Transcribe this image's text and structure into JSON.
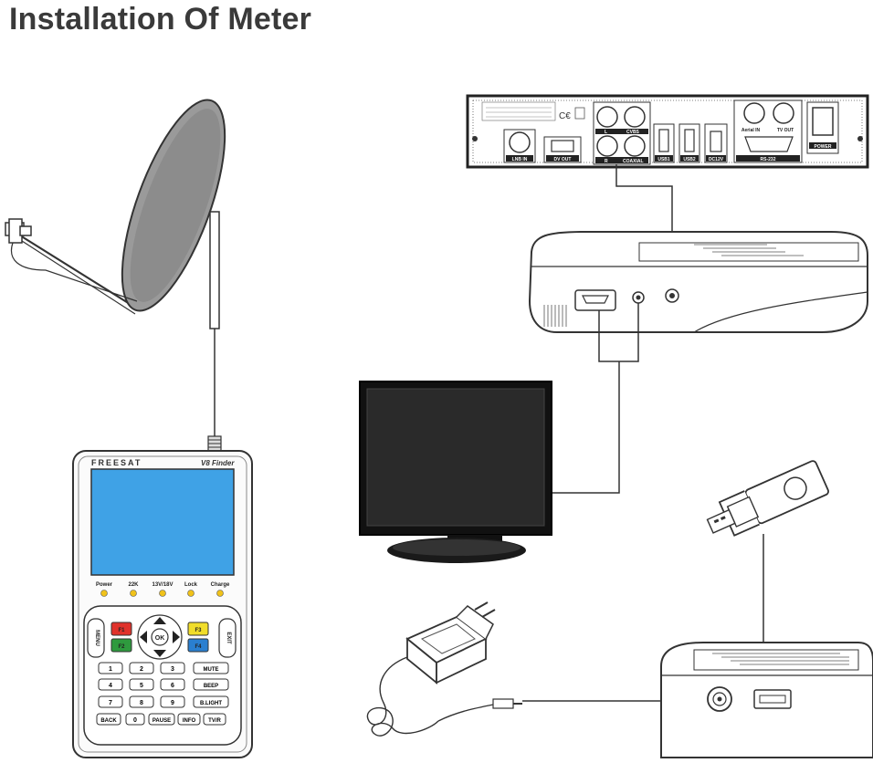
{
  "title": "Installation Of Meter",
  "meter": {
    "brand": "FREESAT",
    "model": "V8 Finder",
    "leds": [
      "Power",
      "22K",
      "13V/18V",
      "Lock",
      "Charge"
    ],
    "keys": {
      "f1": "F1",
      "f2": "F2",
      "f3": "F3",
      "f4": "F4",
      "ok": "OK",
      "menu": "MENU",
      "exit": "EXIT",
      "rows": [
        [
          "1",
          "2",
          "3",
          "MUTE"
        ],
        [
          "4",
          "5",
          "6",
          "BEEP"
        ],
        [
          "7",
          "8",
          "9",
          "B.LIGHT"
        ],
        [
          "BACK",
          "0",
          "PAUSE",
          "INFO",
          "TV/R"
        ]
      ]
    }
  },
  "receiver": {
    "ports": {
      "lnb_in": "LNB IN",
      "dv_out": "DV OUT",
      "cvbs": "CVBS",
      "l": "L",
      "r": "R",
      "coaxial": "COAXIAL",
      "usb1": "USB1",
      "usb2": "USB2",
      "dc12v": "DC12V",
      "aerial_in": "Aerial IN",
      "tv_out": "TV OUT",
      "rs232": "RS-232",
      "power": "POWER"
    }
  },
  "colors": {
    "screen": "#3fa2e6",
    "f1": "#e0322b",
    "f2": "#2e9a3e",
    "f3": "#f1dd2a",
    "f4": "#2a7fd0",
    "led": "#f0c21a",
    "title": "#3a3a3a",
    "tv_screen": "#2a2a2a"
  }
}
